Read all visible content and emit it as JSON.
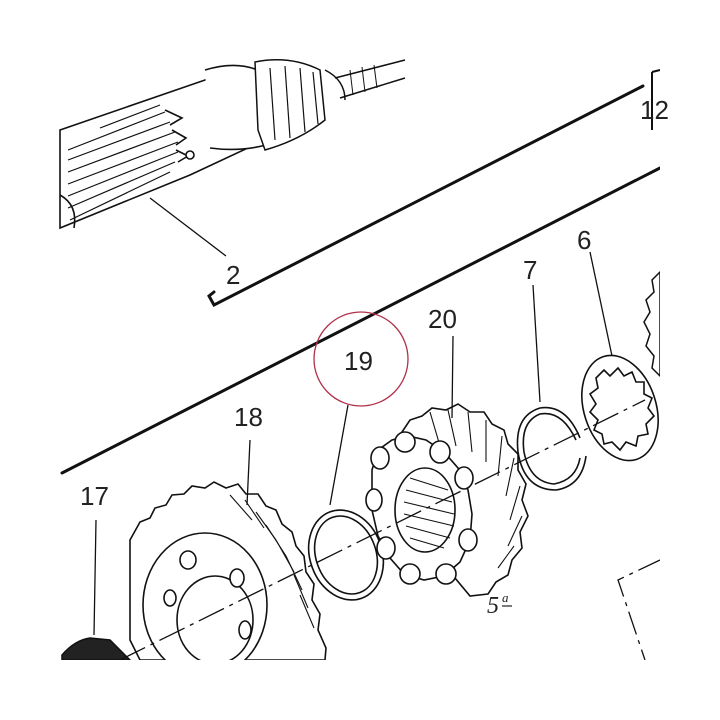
{
  "diagram": {
    "highlight_color": "#b0304a",
    "line_color": "#111111",
    "labels": {
      "part_2": "2",
      "part_6": "6",
      "part_7": "7",
      "part_12": "12",
      "part_17": "17",
      "part_18": "18",
      "part_19": "19",
      "part_20": "20",
      "gear_marker_number": "5",
      "gear_marker_super": "a"
    },
    "highlighted_part": "19"
  }
}
